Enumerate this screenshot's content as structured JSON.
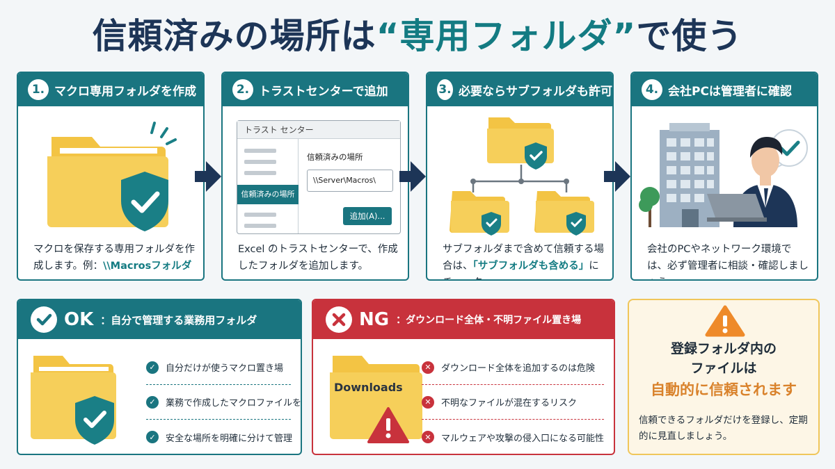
{
  "title": {
    "prefix": "信頼済みの場所は",
    "accent": "“専用フォルダ”",
    "suffix": "で使う"
  },
  "steps": [
    {
      "num": "1.",
      "title": "マクロ専用フォルダを作成",
      "desc": "マクロを保存する専用フォルダを作成します。例：",
      "desc_hl": "\\\\Macrosフォルダ",
      "desc_tail": ""
    },
    {
      "num": "2.",
      "title": "トラストセンターで追加",
      "desc": "Excel のトラストセンターで、作成したフォルダを追加します。",
      "desc_hl": "",
      "desc_tail": ""
    },
    {
      "num": "3.",
      "title": "必要ならサブフォルダも許可",
      "desc": "サブフォルダまで含めて信頼する場合は、",
      "desc_hl": "「サブフォルダも含める」",
      "desc_tail": "にチェック。"
    },
    {
      "num": "4.",
      "title": "会社PCは管理者に確認",
      "desc": "会社のPCやネットワーク環境では、必ず管理者に相談・確認しましょう。",
      "desc_hl": "",
      "desc_tail": ""
    }
  ],
  "dialog": {
    "window_title": "トラスト センター",
    "selected_item": "信頼済みの場所",
    "field_label": "信頼済みの場所",
    "path_value": "\\\\Server\\Macros\\",
    "add_button": "追加(A)..."
  },
  "ok_card": {
    "tag": "OK",
    "title": "：自分で管理する業務用フォルダ",
    "items": [
      "自分だけが使うマクロ置き場",
      "業務で作成したマクロファイルを保存",
      "安全な場所を明確に分けて管理"
    ],
    "color": "#1a7580"
  },
  "ng_card": {
    "tag": "NG",
    "title": "：ダウンロード全体・不明ファイル置き場",
    "folder_label": "Downloads",
    "items": [
      "ダウンロード全体を追加するのは危険",
      "不明なファイルが混在するリスク",
      "マルウェアや攻撃の侵入口になる可能性"
    ],
    "color": "#c8323c"
  },
  "warning": {
    "line1": "登録フォルダ内の",
    "line2": "ファイルは",
    "line3": "自動的に信頼されます",
    "note": "信頼できるフォルダだけを登録し、定期的に見直しましょう。"
  },
  "icons": [
    "folder-icon",
    "shield-check-icon",
    "arrow-right-icon",
    "check-icon",
    "cross-icon",
    "warning-icon",
    "building-icon",
    "person-laptop-icon",
    "speech-bubble-check-icon"
  ]
}
